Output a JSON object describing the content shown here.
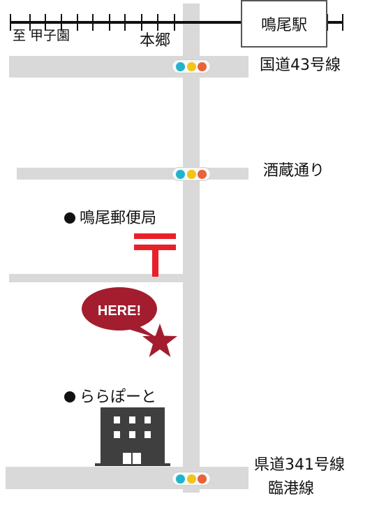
{
  "railway": {
    "station": "鳴尾駅",
    "direction_label": "至 甲子園",
    "area_label": "本郷"
  },
  "roads": {
    "route43": "国道43号線",
    "sakagura": "酒蔵通り",
    "route341_line1": "県道341号線",
    "route341_line2": "臨港線"
  },
  "landmarks": {
    "post_office": "鳴尾郵便局",
    "lalaport": "ららぽーと",
    "here_label": "HERE!"
  },
  "colors": {
    "road": "#d9d9d9",
    "signal_blue": "#1fb4cc",
    "signal_yellow": "#f2c417",
    "signal_red": "#e8623a",
    "post_mark": "#e8202a",
    "here_marker": "#a31d2f",
    "building": "#3f3f3f"
  },
  "icons": {
    "post_office": "japan-post-mark-icon",
    "here": "star-marker-icon",
    "lalaport": "building-icon",
    "signal": "traffic-signal-icon"
  }
}
